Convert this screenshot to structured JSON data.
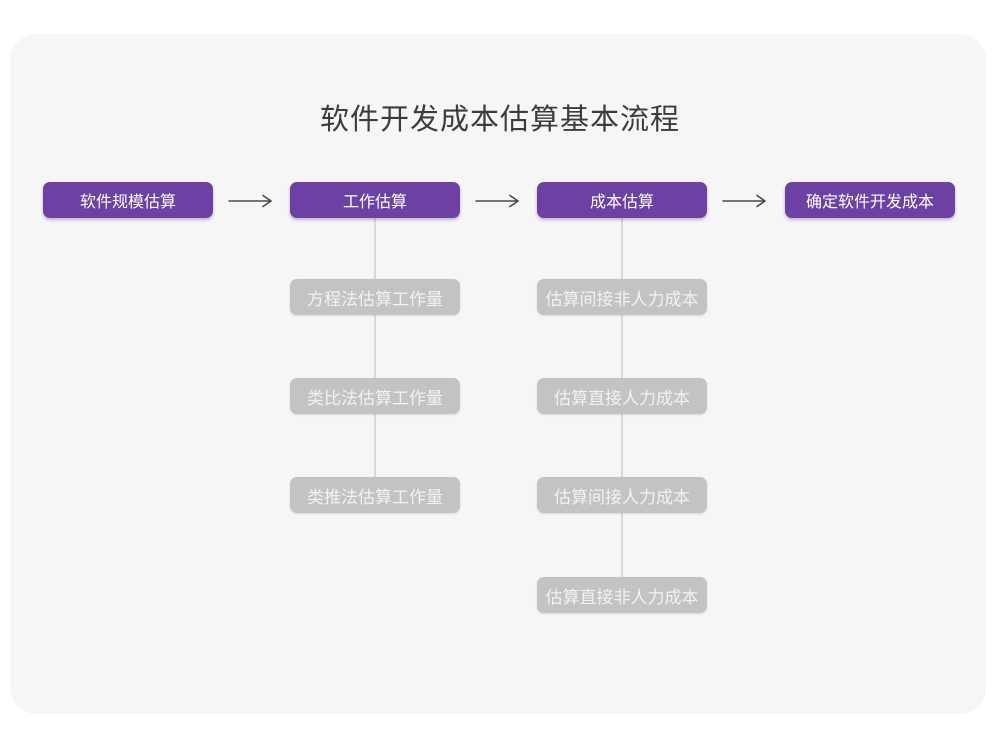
{
  "title": "软件开发成本估算基本流程",
  "colors": {
    "card_bg": "#f6f6f7",
    "accent_purple": "#6c41a3",
    "node_gray": "#c3c3c3",
    "node_text": "#f2f2f2",
    "title_text": "#3c3c3c",
    "connector": "#d8d8d8",
    "arrow": "#4a4a4a"
  },
  "icons": {
    "arrow_right": "⟶"
  },
  "stages": [
    {
      "label": "软件规模估算",
      "children": []
    },
    {
      "label": "工作估算",
      "children": [
        "方程法估算工作量",
        "类比法估算工作量",
        "类推法估算工作量"
      ]
    },
    {
      "label": "成本估算",
      "children": [
        "估算间接非人力成本",
        "估算直接人力成本",
        "估算间接人力成本",
        "估算直接非人力成本"
      ]
    },
    {
      "label": "确定软件开发成本",
      "children": []
    }
  ]
}
